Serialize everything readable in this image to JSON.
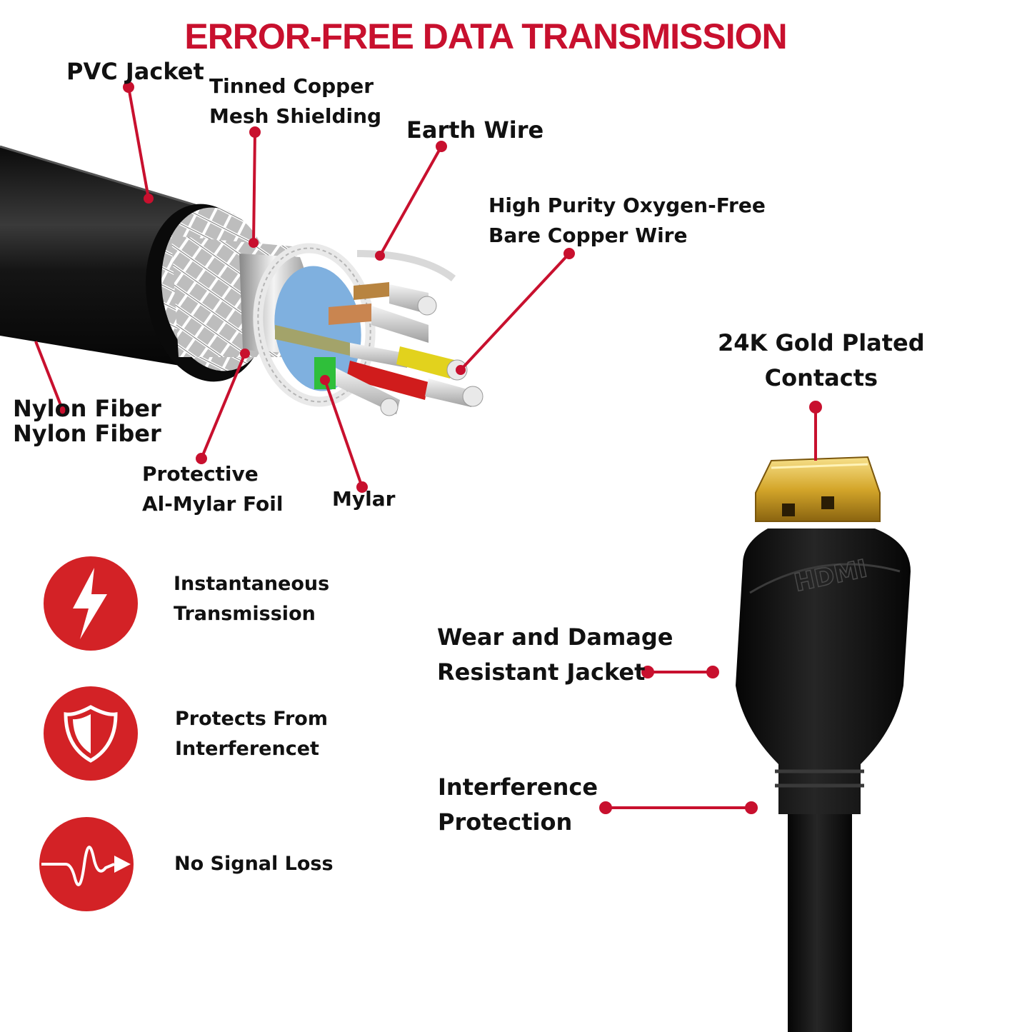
{
  "title": "ERROR-FREE DATA TRANSMISSION",
  "labels": {
    "pvc_jacket": "PVC Jacket",
    "tinned_copper": [
      "Tinned Copper",
      "Mesh Shielding"
    ],
    "earth_wire": "Earth Wire",
    "bare_copper": [
      "High Purity Oxygen-Free",
      "Bare Copper Wire"
    ],
    "nylon_fiber": [
      "Nylon Fiber",
      "Nylon Fiber"
    ],
    "al_mylar": [
      "Protective",
      "Al-Mylar Foil"
    ],
    "mylar": "Mylar",
    "gold_contacts": [
      "24K Gold Plated",
      "Contacts"
    ],
    "jacket": [
      "Wear and Damage",
      "Resistant Jacket"
    ],
    "interference": [
      "Interference",
      "Protection"
    ]
  },
  "features": [
    {
      "icon": "lightning-bolt-icon",
      "lines": [
        "Instantaneous",
        "Transmission"
      ]
    },
    {
      "icon": "shield-icon",
      "lines": [
        "Protects From",
        "Interferencet"
      ]
    },
    {
      "icon": "signal-wave-icon",
      "lines": [
        "No Signal Loss"
      ]
    }
  ],
  "connector_logo": "HDMI",
  "colors": {
    "accent": "#c8102e",
    "cable": "#111111",
    "gold": "#d4a62a"
  }
}
